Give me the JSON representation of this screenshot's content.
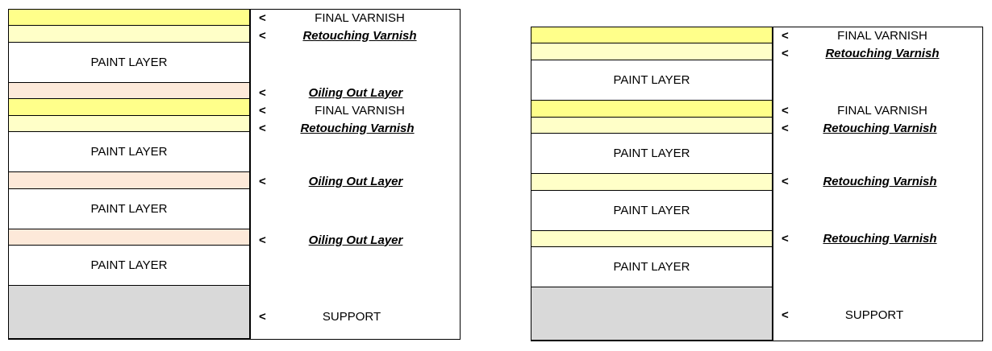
{
  "diagrams": [
    {
      "layers": [
        {
          "kind": "final",
          "text": ""
        },
        {
          "kind": "retouch",
          "text": ""
        },
        {
          "kind": "paint",
          "text": "PAINT LAYER"
        },
        {
          "kind": "oiling",
          "text": ""
        },
        {
          "kind": "final",
          "text": ""
        },
        {
          "kind": "retouch",
          "text": ""
        },
        {
          "kind": "paint",
          "text": "PAINT LAYER"
        },
        {
          "kind": "oiling",
          "text": ""
        },
        {
          "kind": "paint",
          "text": "PAINT LAYER"
        },
        {
          "kind": "oiling",
          "text": ""
        },
        {
          "kind": "paint",
          "text": "PAINT LAYER"
        },
        {
          "kind": "support",
          "text": ""
        }
      ],
      "labels": [
        {
          "arrow": "<",
          "text": "FINAL VARNISH",
          "style": "plain"
        },
        {
          "arrow": "<",
          "text": "Retouching Varnish",
          "style": "ital"
        },
        {
          "arrow": "<",
          "text": "Oiling Out Layer",
          "style": "ital"
        },
        {
          "arrow": "<",
          "text": "FINAL VARNISH",
          "style": "plain"
        },
        {
          "arrow": "<",
          "text": "Retouching Varnish",
          "style": "ital"
        },
        {
          "arrow": "<",
          "text": "Oiling Out Layer",
          "style": "ital"
        },
        {
          "arrow": "<",
          "text": "Oiling Out Layer",
          "style": "ital"
        },
        {
          "arrow": "<",
          "text": "SUPPORT",
          "style": "plain"
        }
      ]
    },
    {
      "layers": [
        {
          "kind": "final",
          "text": ""
        },
        {
          "kind": "retouch",
          "text": ""
        },
        {
          "kind": "paint",
          "text": "PAINT LAYER"
        },
        {
          "kind": "final",
          "text": ""
        },
        {
          "kind": "retouch",
          "text": ""
        },
        {
          "kind": "paint",
          "text": "PAINT LAYER"
        },
        {
          "kind": "retouch",
          "text": ""
        },
        {
          "kind": "paint",
          "text": "PAINT LAYER"
        },
        {
          "kind": "retouch",
          "text": ""
        },
        {
          "kind": "paint",
          "text": "PAINT LAYER"
        },
        {
          "kind": "support",
          "text": ""
        }
      ],
      "labels": [
        {
          "arrow": "<",
          "text": "FINAL VARNISH",
          "style": "plain"
        },
        {
          "arrow": "<",
          "text": "Retouching Varnish",
          "style": "ital"
        },
        {
          "arrow": "<",
          "text": "FINAL VARNISH",
          "style": "plain"
        },
        {
          "arrow": "<",
          "text": "Retouching Varnish",
          "style": "ital"
        },
        {
          "arrow": "<",
          "text": "Retouching Varnish",
          "style": "ital"
        },
        {
          "arrow": "<",
          "text": "Retouching Varnish",
          "style": "ital"
        },
        {
          "arrow": "<",
          "text": "SUPPORT",
          "style": "plain"
        }
      ]
    }
  ]
}
